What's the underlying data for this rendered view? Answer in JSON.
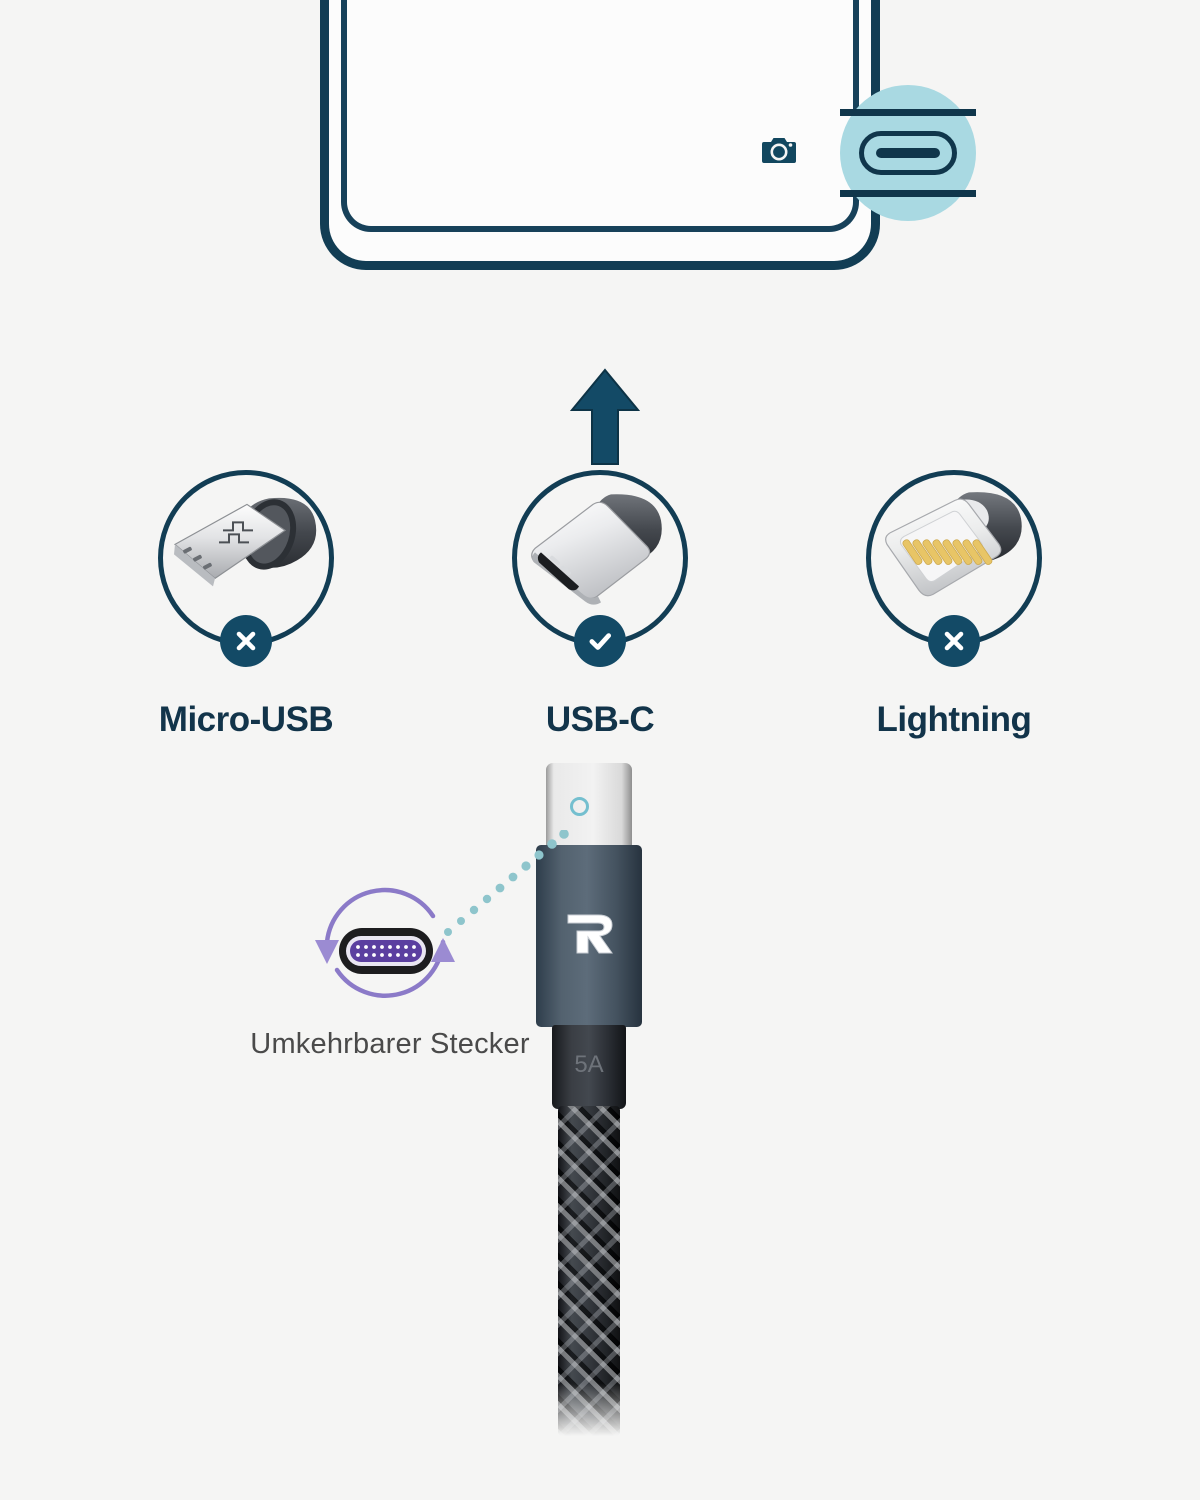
{
  "page": {
    "background_color": "#f5f5f4",
    "accent_navy": "#123d54",
    "accent_teal_highlight": "#a9d9e2",
    "accent_purple": "#8b7ac8",
    "caption_gray": "#4a4a4a"
  },
  "phone": {
    "name": "smartphone-bottom-outline",
    "fingerprint_icon": "fingerprint-icon",
    "camera_icon": "camera-icon",
    "port_icon": "usb-c-port-icon",
    "highlight_color": "#a9d9e2",
    "outline_color": "#123d54"
  },
  "arrow": {
    "icon": "up-arrow-icon",
    "color": "#134a66"
  },
  "connectors": [
    {
      "label": "Micro-USB",
      "icon": "micro-usb-connector-icon",
      "status": "incompatible",
      "badge_icon": "cross-icon",
      "badge_glyph": "✕"
    },
    {
      "label": "USB-C",
      "icon": "usb-c-connector-icon",
      "status": "compatible",
      "badge_icon": "check-icon",
      "badge_glyph": "✓"
    },
    {
      "label": "Lightning",
      "icon": "lightning-connector-icon",
      "status": "incompatible",
      "badge_icon": "cross-icon",
      "badge_glyph": "✕"
    }
  ],
  "cable": {
    "plug_tip_icon": "usb-c-plug-tip",
    "tip_marker_icon": "teal-circle-marker",
    "brand_logo": "rampow-r-logo",
    "amperage_label": "5A",
    "braid_name": "nylon-braided-cable",
    "housing_color": "#53626f",
    "strain_color": "#2a2e34"
  },
  "reversible": {
    "caption": "Umkehrbarer Stecker",
    "port_icon": "usb-c-port-reversible-icon",
    "rotation_icon": "rotation-arrows-icon",
    "dotted_line_icon": "dotted-leader-line",
    "arrow_color": "#8b7ac8",
    "port_interior_color": "#5b3fa0",
    "dot_color": "#8ec5cc"
  }
}
